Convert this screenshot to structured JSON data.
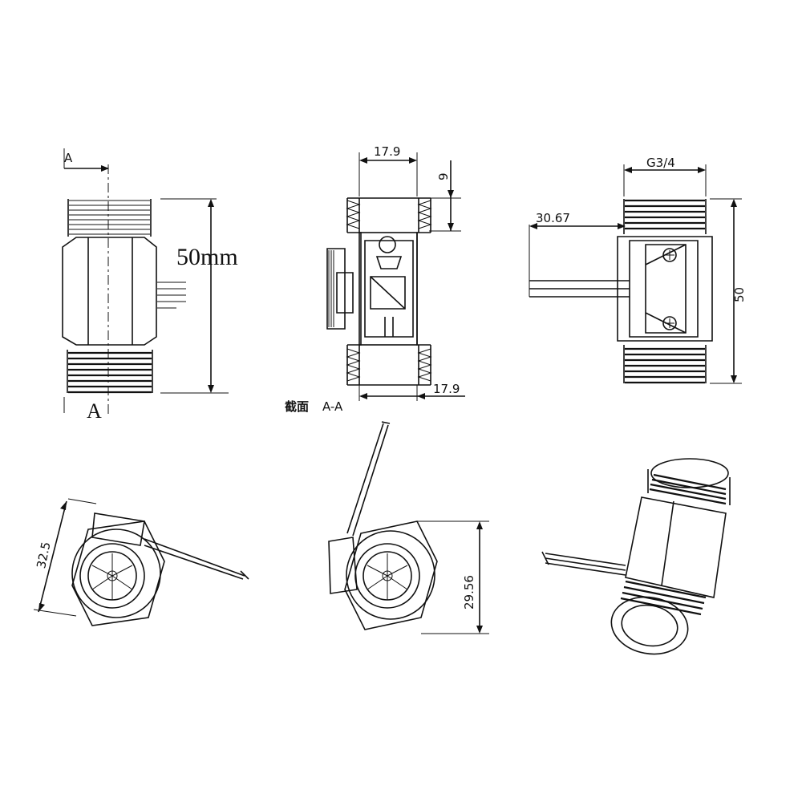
{
  "labels": {
    "view1_section_marker_top": "A",
    "view1_section_marker_bottom": "A",
    "view1_length": "50mm",
    "view2_width_top": "17.9",
    "view2_thread_depth": "9",
    "view2_width_bottom": "17.9",
    "view2_caption_prefix": "截面",
    "view2_caption_section": "A-A",
    "view3_thread": "G3/4",
    "view3_wire_offset": "30.67",
    "view3_length": "50",
    "view4_size": "32.5",
    "view5_size": "29.56"
  }
}
